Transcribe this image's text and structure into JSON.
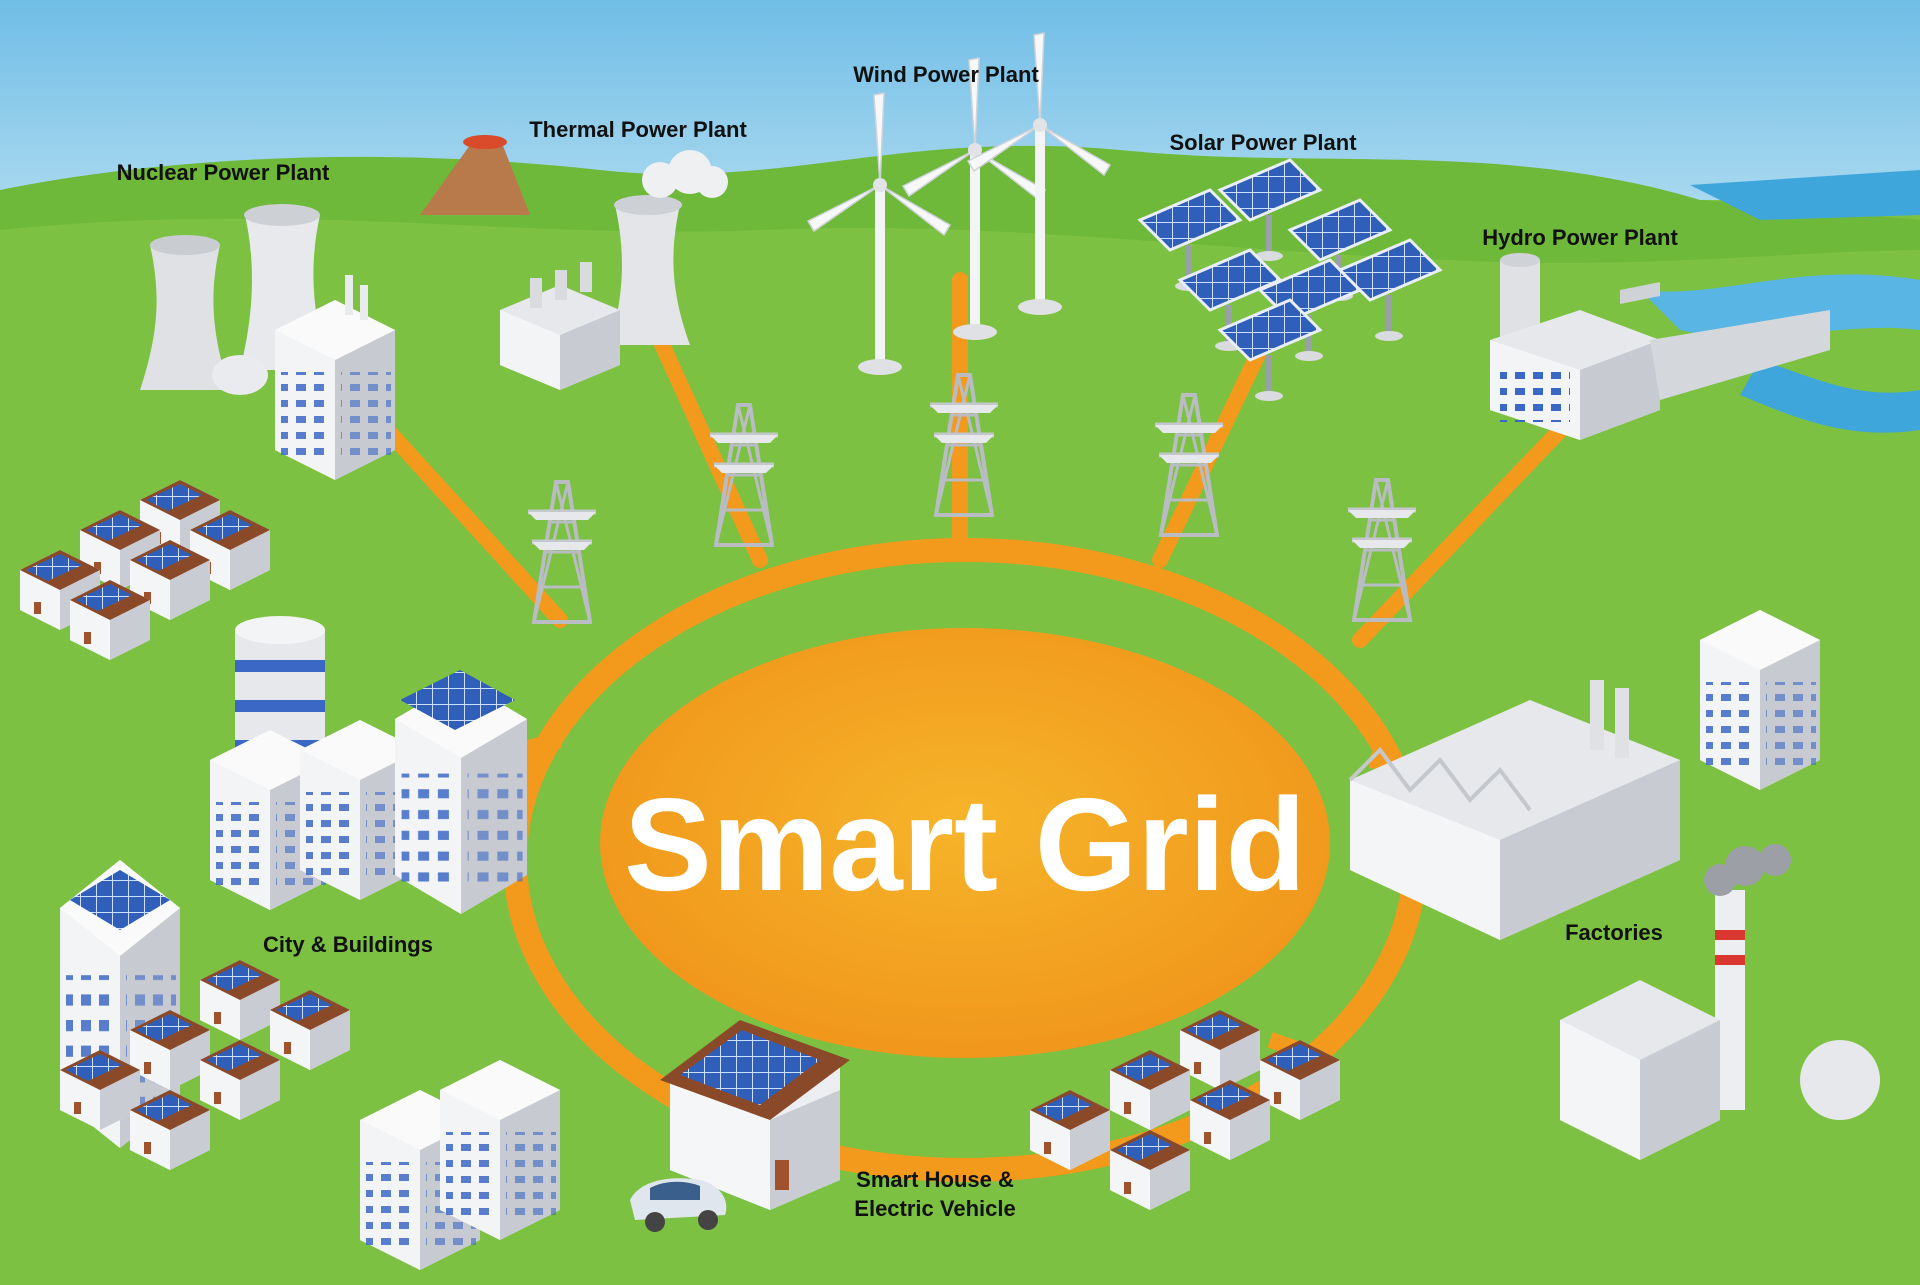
{
  "title": "Smart Grid",
  "labels": {
    "nuclear": "Nuclear Power Plant",
    "thermal": "Thermal Power Plant",
    "wind": "Wind Power Plant",
    "solar": "Solar Power Plant",
    "hydro": "Hydro Power Plant",
    "city": "City &  Buildings",
    "factories": "Factories",
    "smart_house_line1": "Smart House &",
    "smart_house_line2": "Electric Vehicle"
  },
  "colors": {
    "sky": "#86c6e8",
    "grass": "#7cc142",
    "grass_dark": "#62a832",
    "grid_line": "#f39a1c",
    "center_fill": "#f3a01c",
    "water": "#3fa6dc",
    "building": "#e4e6ea",
    "panel": "#2f5fb8"
  },
  "icons": [
    "nuclear-plant-icon",
    "thermal-plant-icon",
    "wind-turbine-icon",
    "solar-panel-icon",
    "hydro-dam-icon",
    "transmission-tower-icon",
    "house-icon",
    "office-building-icon",
    "factory-icon",
    "electric-car-icon"
  ]
}
